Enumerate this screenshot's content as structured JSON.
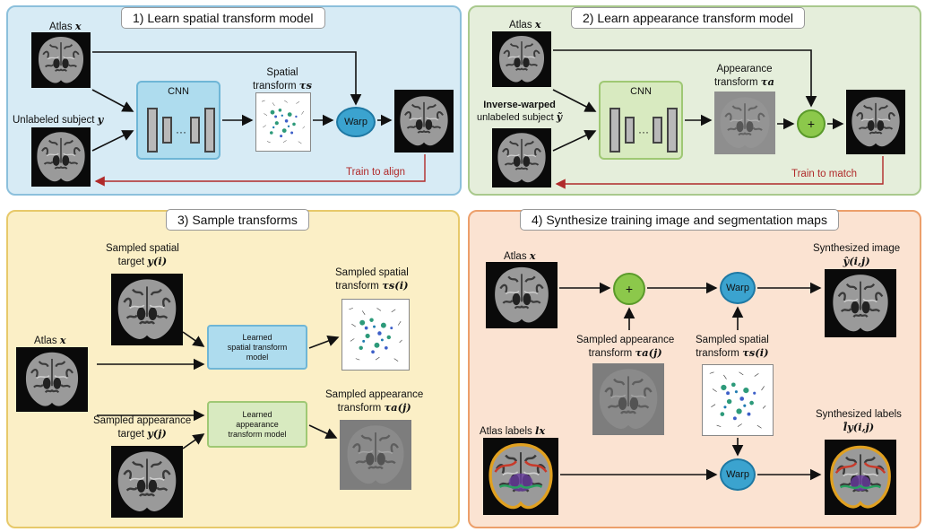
{
  "panel1": {
    "title": "1) Learn spatial transform model",
    "atlas": "Atlas",
    "atlas_sym": "x",
    "subject": "Unlabeled subject",
    "subject_sym": "y",
    "cnn": "CNN",
    "dots": "···",
    "transform_l1": "Spatial",
    "transform_l2": "transform",
    "transform_sym": "τs",
    "warp": "Warp",
    "feedback": "Train to align"
  },
  "panel2": {
    "title": "2) Learn appearance transform model",
    "atlas": "Atlas",
    "atlas_sym": "x",
    "subject_l1": "Inverse-warped",
    "subject_l2": "unlabeled subject",
    "subject_sym": "ỹ",
    "cnn": "CNN",
    "dots": "···",
    "transform_l1": "Appearance",
    "transform_l2": "transform",
    "transform_sym": "τa",
    "plus": "+",
    "feedback": "Train to match"
  },
  "panel3": {
    "title": "3) Sample transforms",
    "spatial_target_l1": "Sampled spatial",
    "spatial_target_l2": "target",
    "spatial_target_sym": "y(i)",
    "atlas": "Atlas",
    "atlas_sym": "x",
    "appearance_target_l1": "Sampled appearance",
    "appearance_target_l2": "target",
    "appearance_target_sym": "y(j)",
    "learned_spatial_l1": "Learned",
    "learned_spatial_l2": "spatial transform",
    "learned_spatial_l3": "model",
    "learned_app_l1": "Learned",
    "learned_app_l2": "appearance",
    "learned_app_l3": "transform model",
    "out_spatial_l1": "Sampled spatial",
    "out_spatial_l2": "transform",
    "out_spatial_sym": "τs(i)",
    "out_app_l1": "Sampled appearance",
    "out_app_l2": "transform",
    "out_app_sym": "τa(j)"
  },
  "panel4": {
    "title": "4) Synthesize training image and segmentation maps",
    "atlas": "Atlas",
    "atlas_sym": "x",
    "plus": "+",
    "warp_top": "Warp",
    "warp_bottom": "Warp",
    "app_l1": "Sampled appearance",
    "app_l2": "transform",
    "app_sym": "τa(j)",
    "spatial_l1": "Sampled spatial",
    "spatial_l2": "transform",
    "spatial_sym": "τs(i)",
    "synth_image": "Synthesized image",
    "synth_image_sym": "ŷ(i,j)",
    "atlas_labels": "Atlas labels",
    "atlas_labels_sym": "lx",
    "synth_labels": "Synthesized labels",
    "synth_labels_sym": "l̂y(i,j)"
  },
  "colors": {
    "panel1_bg": "#d7ebf5",
    "panel1_border": "#8cc0dc",
    "panel2_bg": "#e5eedb",
    "panel2_border": "#a9c98d",
    "panel3_bg": "#fbefc6",
    "panel3_border": "#e7c96a",
    "panel4_bg": "#fbe3d2",
    "panel4_border": "#ec9f6b",
    "cnn_blue": "#aedcee",
    "cnn_green": "#d8eac0",
    "warp_blue": "#3ba3cf",
    "plus_green": "#8cc84b",
    "feedback_red": "#b02a2a"
  }
}
